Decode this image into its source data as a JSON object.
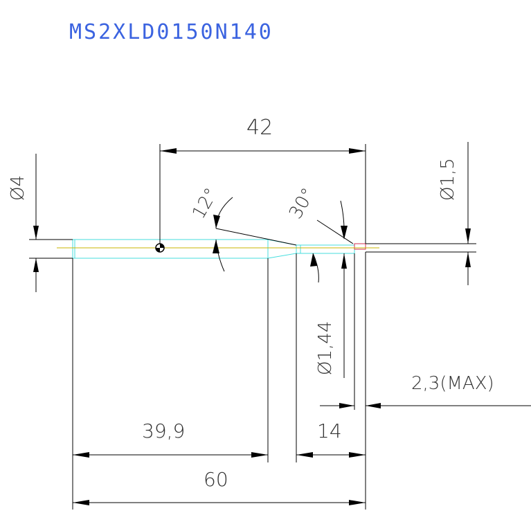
{
  "drawing": {
    "part_number": "MS2XLD0150N140",
    "dimensions": {
      "shank_diameter": "Ø4",
      "neck_diameter": "Ø1,5",
      "body_diameter": "Ø1,44",
      "overall_length": "60",
      "reach_length": "42",
      "shank_length": "39,9",
      "flute_length": "14",
      "max_length": "2,3(MAX)",
      "taper_angle_1": "12°",
      "taper_angle_2": "30°"
    },
    "colors": {
      "title": "#3b63e0",
      "dimension_lines": "#000000",
      "tool_outline": "#44dede",
      "centerline": "#c8b400",
      "tip": "#d03050"
    }
  }
}
